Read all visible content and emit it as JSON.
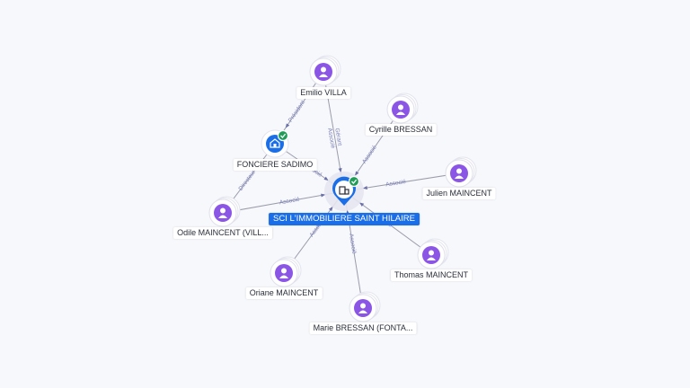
{
  "center": {
    "label": "SCI L'IMMOBILIERE SAINT HILAIRE",
    "icon": "building-icon",
    "color": "#1a6ee8",
    "verified": true
  },
  "nodes": [
    {
      "id": "emilio",
      "label": "Emilio VILLA",
      "icon": "person-icon"
    },
    {
      "id": "cyrille",
      "label": "Cyrille BRESSAN",
      "icon": "person-icon"
    },
    {
      "id": "fonciere",
      "label": "FONCIERE SADIMO",
      "icon": "company-icon",
      "verified": true
    },
    {
      "id": "julien",
      "label": "Julien MAINCENT",
      "icon": "person-icon"
    },
    {
      "id": "odile",
      "label": "Odile MAINCENT (VILL...",
      "icon": "person-icon"
    },
    {
      "id": "thomas",
      "label": "Thomas MAINCENT",
      "icon": "person-icon"
    },
    {
      "id": "oriane",
      "label": "Oriane MAINCENT",
      "icon": "person-icon"
    },
    {
      "id": "marie",
      "label": "Marie BRESSAN (FONTA...",
      "icon": "person-icon"
    }
  ],
  "edges": [
    {
      "from": "emilio",
      "to": "center",
      "labels": [
        "Gérant",
        "Associé"
      ]
    },
    {
      "from": "emilio",
      "to": "fonciere",
      "labels": [
        "Président"
      ]
    },
    {
      "from": "cyrille",
      "to": "center",
      "labels": [
        "Associé"
      ]
    },
    {
      "from": "fonciere",
      "to": "center",
      "labels": [
        "Associé"
      ]
    },
    {
      "from": "julien",
      "to": "center",
      "labels": [
        "Associé"
      ]
    },
    {
      "from": "odile",
      "to": "center",
      "labels": [
        "Associé"
      ]
    },
    {
      "from": "odile",
      "to": "fonciere",
      "labels": [
        "Directeur Gé..."
      ]
    },
    {
      "from": "thomas",
      "to": "center",
      "labels": [
        "Associé"
      ]
    },
    {
      "from": "oriane",
      "to": "center",
      "labels": [
        "Associé"
      ]
    },
    {
      "from": "marie",
      "to": "center",
      "labels": [
        "Associé"
      ]
    }
  ],
  "colors": {
    "person": "#8b55e6",
    "company": "#1a6ee8",
    "verified": "#1f9d57",
    "edge": "#9a9cab",
    "edge_label": "#7a7fb5"
  }
}
